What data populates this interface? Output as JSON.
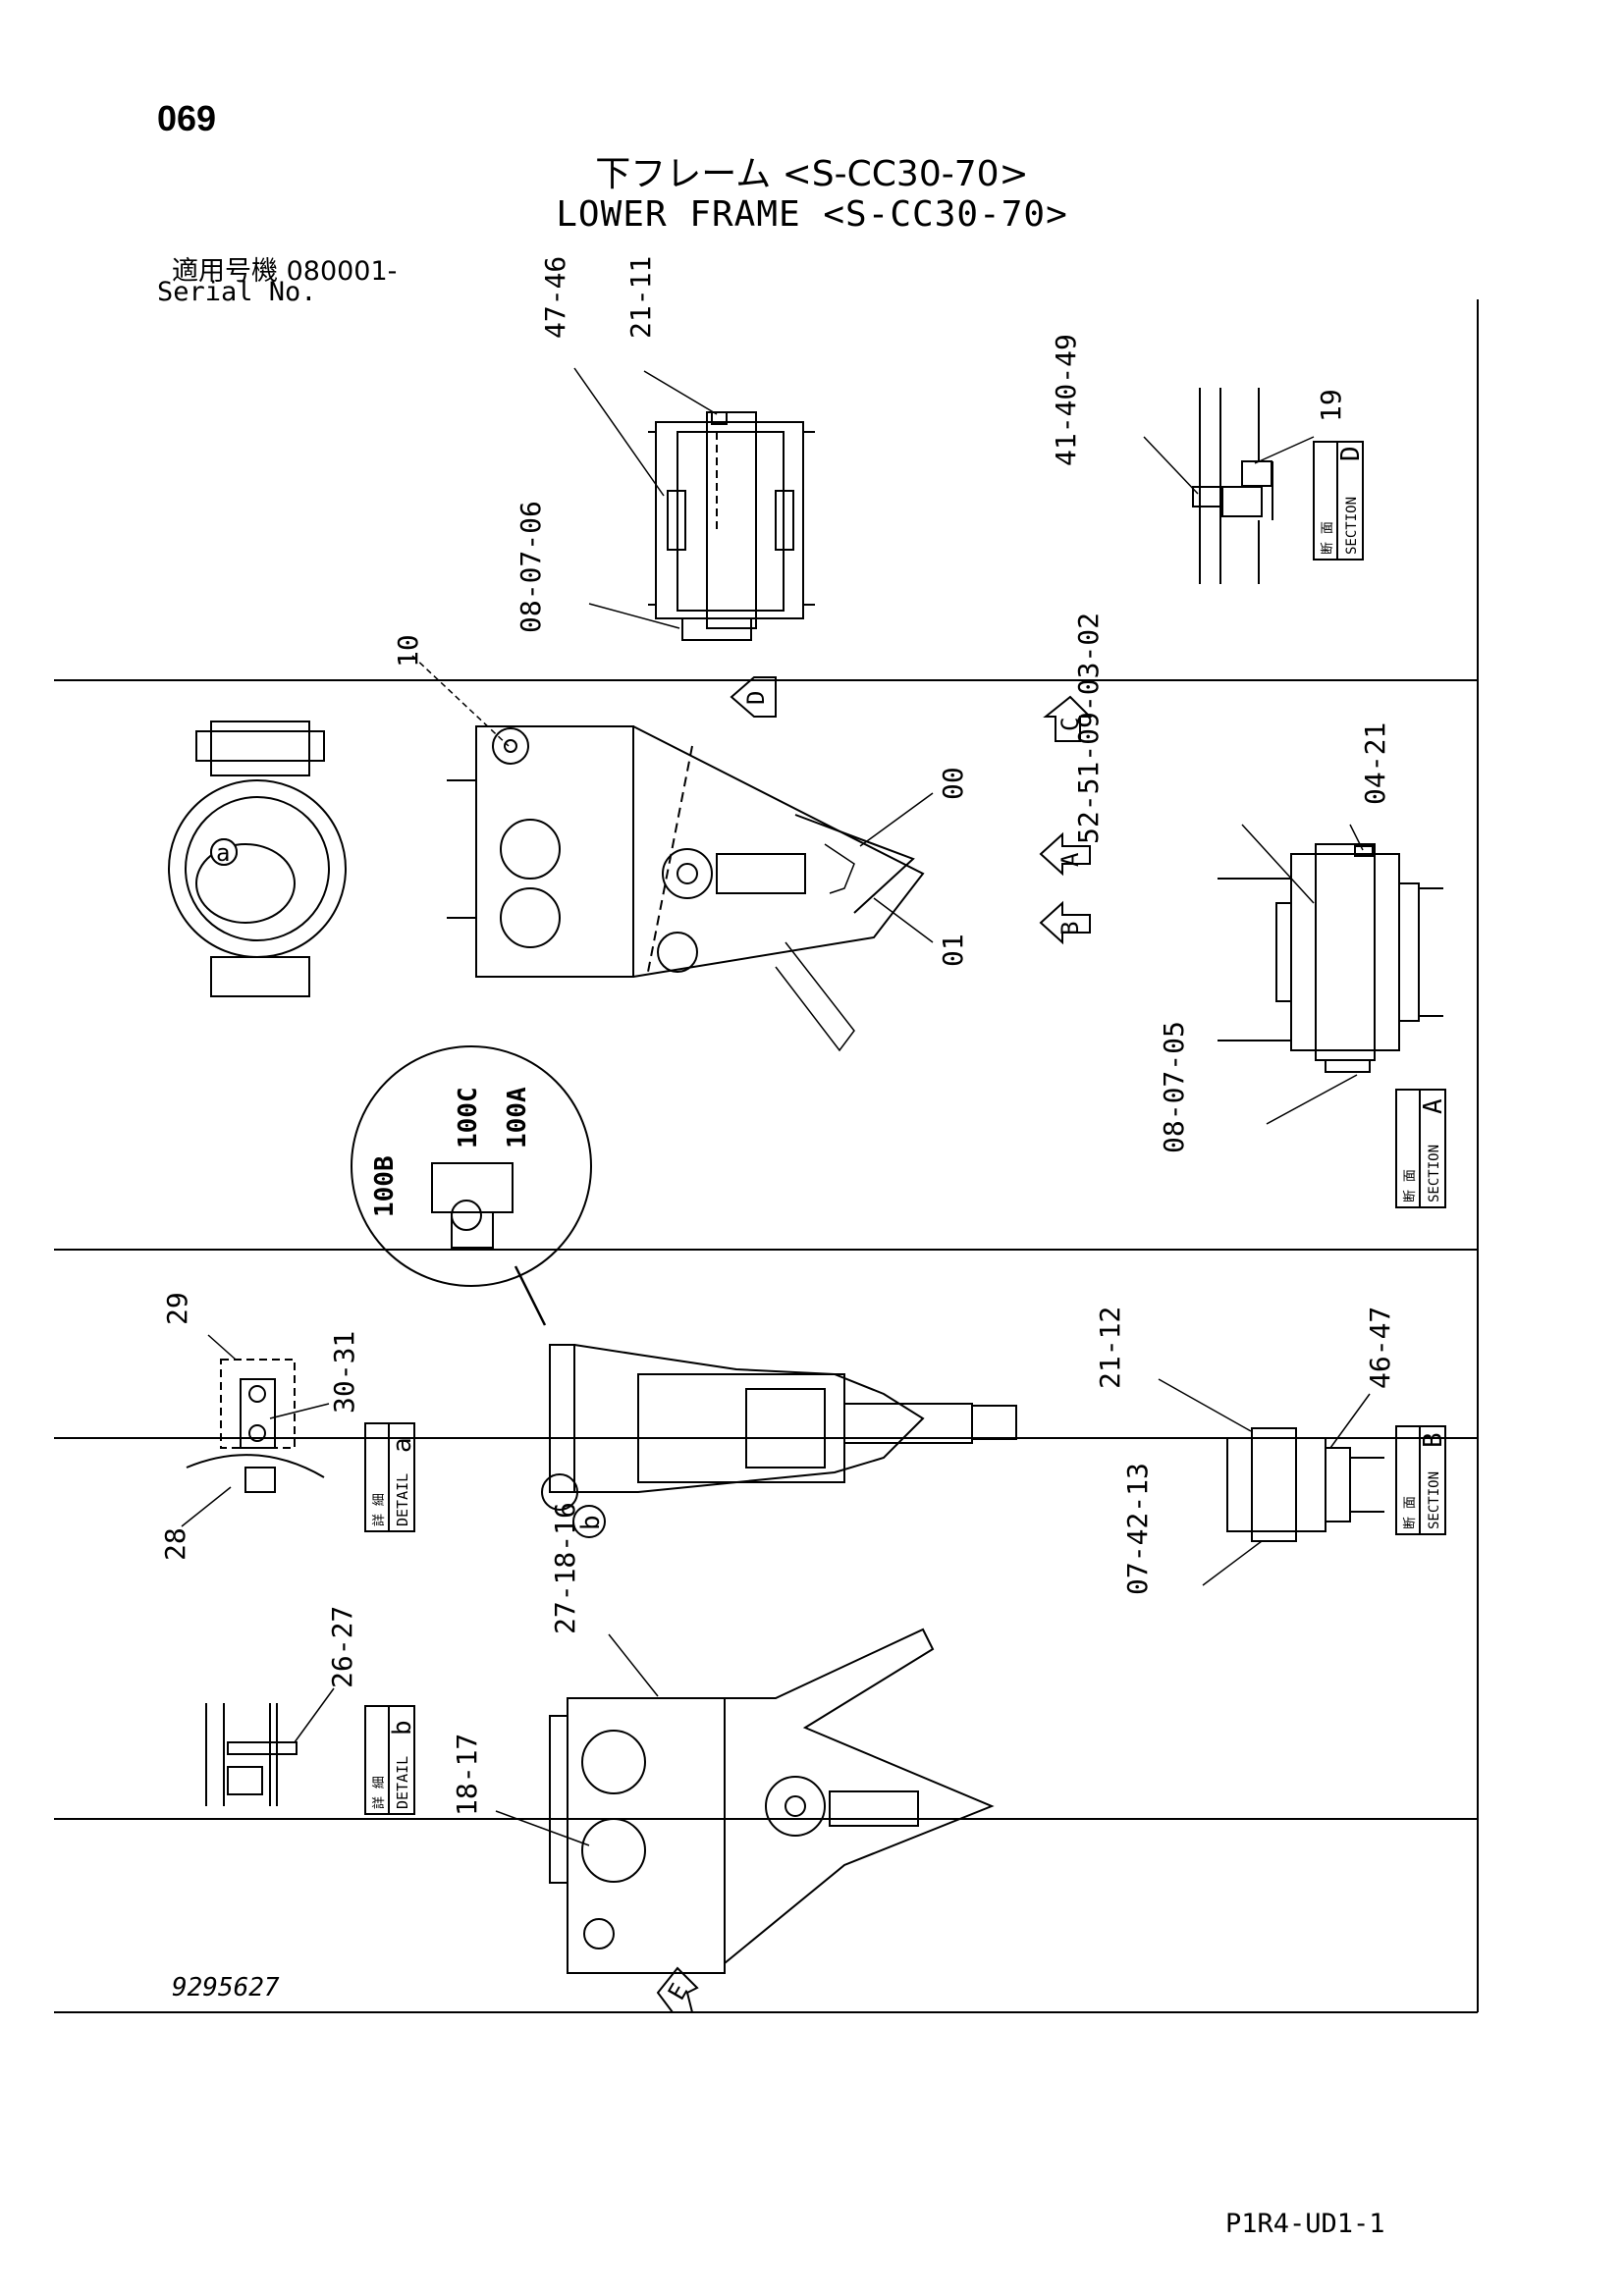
{
  "header": {
    "page_number": "069",
    "title_jp": "下フレーム <S-CC30-70>",
    "title_en": "LOWER FRAME <S-CC30-70>",
    "serial_label_jp": "適用号機  080001-",
    "serial_label_en": "Serial No."
  },
  "labels": {
    "top_view": [
      "47-46",
      "21-11",
      "08-07-06"
    ],
    "section_d": [
      "41-40-49",
      "19"
    ],
    "main_view": [
      "10",
      "00",
      "01",
      "52-51-09-03-02",
      "04-21"
    ],
    "section_a_parts": [
      "08-07-05"
    ],
    "detail_circle": [
      "100C",
      "100A",
      "100B"
    ],
    "detail_a_parts": [
      "29",
      "30-31",
      "28"
    ],
    "section_b_parts": [
      "21-12",
      "46-47",
      "07-42-13"
    ],
    "bottom_view": [
      "27-18-16",
      "18-17"
    ],
    "detail_b_parts": [
      "26-27"
    ]
  },
  "markers": {
    "d": "D",
    "c": "C",
    "a": "A",
    "b": "B",
    "e": "E",
    "detail_a_circle": "a",
    "detail_b_circle": "b"
  },
  "boxes": {
    "section_kanji": "断 面",
    "detail_kanji": "詳 細",
    "section_word": "SECTION",
    "detail_word": "DETAIL",
    "section_d_letter": "D",
    "section_a_letter": "A",
    "section_b_letter": "B",
    "detail_a_letter": "a",
    "detail_b_letter": "b"
  },
  "footer": {
    "doc_id": "9295627",
    "sheet_ref": "P1R4-UD1-1"
  }
}
